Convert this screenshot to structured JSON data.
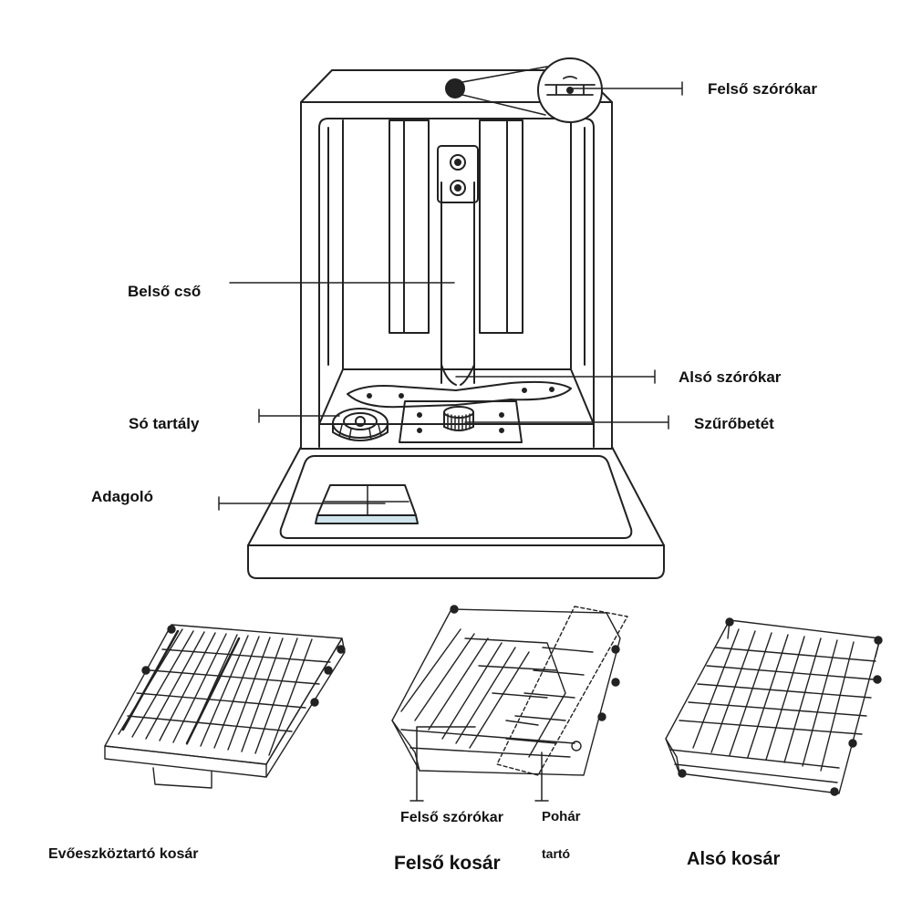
{
  "labels": {
    "top_spray_arm": "Felső szórókar",
    "inner_tube": "Belső cső",
    "lower_spray_arm": "Alsó szórókar",
    "salt_container": "Só tartály",
    "filter": "Szűrőbetét",
    "dispenser": "Adagoló",
    "cutlery_basket": "Evőeszköztartó kosár",
    "upper_basket_spray_arm": "Felső szórókar",
    "glass_holder_line1": "Pohár",
    "glass_holder_line2": "tartó",
    "upper_basket": "Felső kosár",
    "lower_basket": "Alsó kosár"
  },
  "colors": {
    "line": "#222222",
    "text": "#111111",
    "glass": "#cfe4ec"
  }
}
